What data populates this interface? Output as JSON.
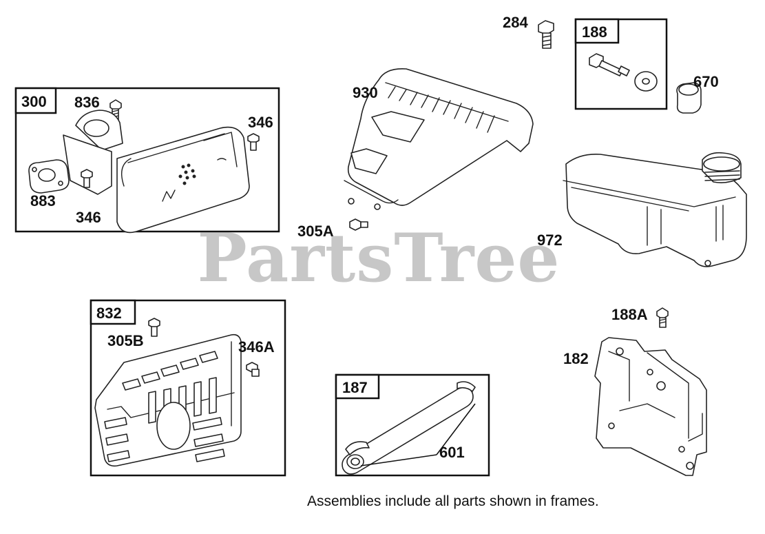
{
  "watermark": "PartsTree",
  "note": "Assemblies include all parts shown in frames.",
  "frames": {
    "f300": "300",
    "f832": "832",
    "f187": "187",
    "f188": "188"
  },
  "callouts": {
    "c836": "836",
    "c346a": "346",
    "c346b": "346",
    "c883": "883",
    "c930": "930",
    "c305a": "305A",
    "c284": "284",
    "c670": "670",
    "c972": "972",
    "c305b": "305B",
    "c346A": "346A",
    "c601": "601",
    "c188A": "188A",
    "c182": "182"
  }
}
